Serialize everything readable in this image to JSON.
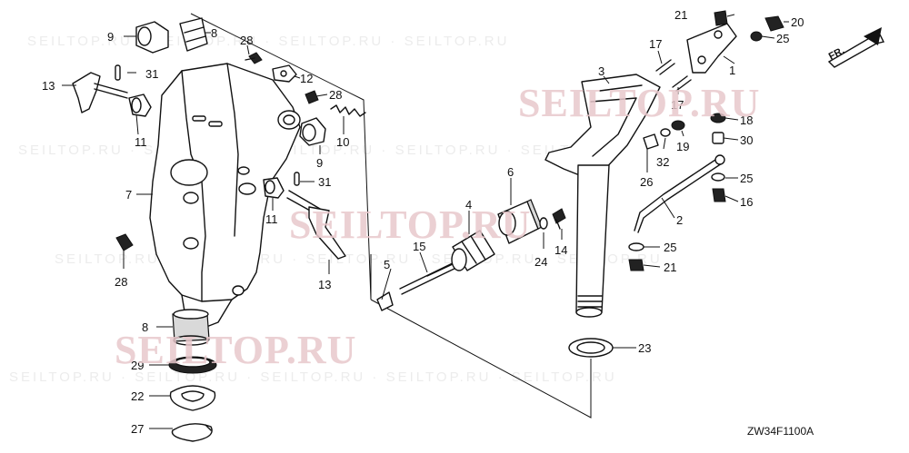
{
  "watermarks": [
    "SEILTOP.RU",
    "SEILTOP.RU",
    "SEILTOP.RU"
  ],
  "diagram_code": "ZW34F1100A",
  "direction_label": "FR.",
  "callouts": {
    "c1": "1",
    "c2": "2",
    "c3": "3",
    "c4": "4",
    "c5": "5",
    "c6": "6",
    "c7": "7",
    "c8a": "8",
    "c8b": "8",
    "c9a": "9",
    "c9b": "9",
    "c10": "10",
    "c11a": "11",
    "c11b": "11",
    "c12": "12",
    "c13a": "13",
    "c13b": "13",
    "c14": "14",
    "c15": "15",
    "c16": "16",
    "c17a": "17",
    "c17b": "17",
    "c18": "18",
    "c19": "19",
    "c20": "20",
    "c21a": "21",
    "c21b": "21",
    "c22": "22",
    "c23": "23",
    "c24": "24",
    "c25a": "25",
    "c25b": "25",
    "c25c": "25",
    "c26": "26",
    "c27": "27",
    "c28a": "28",
    "c28b": "28",
    "c28c": "28",
    "c29": "29",
    "c30": "30",
    "c31a": "31",
    "c31b": "31",
    "c32": "32"
  }
}
